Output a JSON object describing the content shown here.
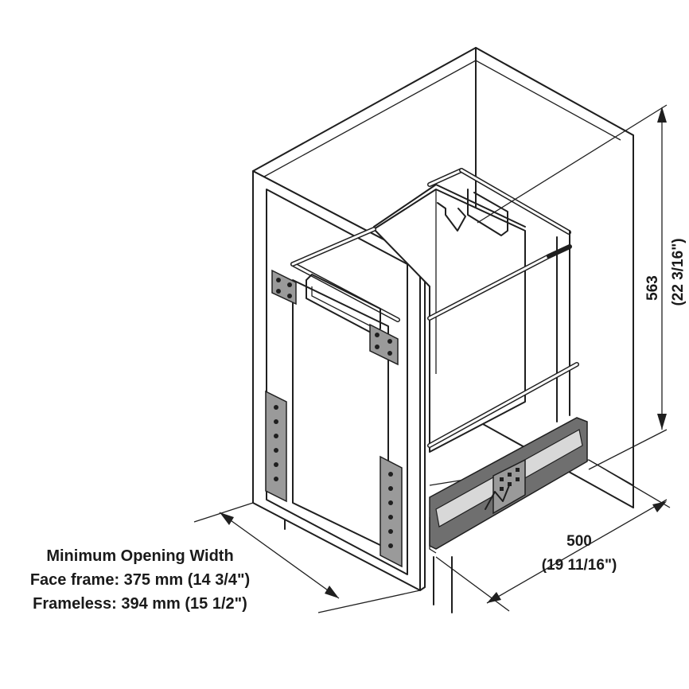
{
  "dimensions": {
    "height_mm": "563",
    "height_in": "(22 3/16\")",
    "depth_mm": "500",
    "depth_in": "(19 11/16\")"
  },
  "opening": {
    "title": "Minimum Opening Width",
    "face_frame": "Face frame: 375 mm (14 3/4\")",
    "frameless": "Frameless: 394 mm (15 1/2\")"
  }
}
